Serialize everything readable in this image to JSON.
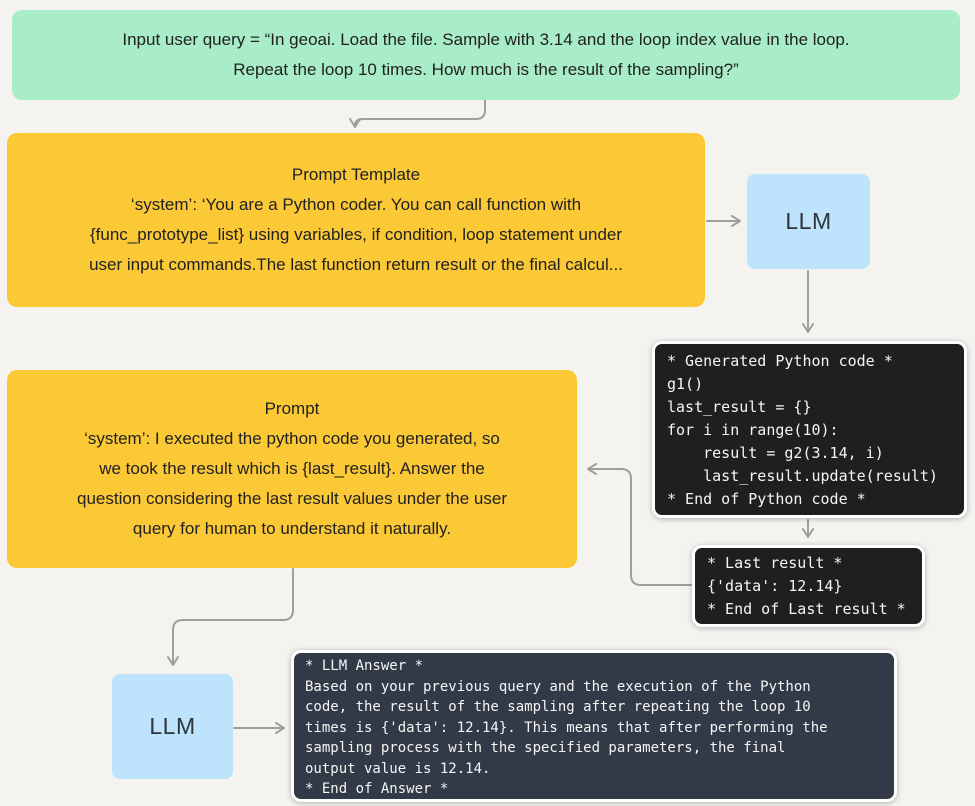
{
  "palette": {
    "background": "#f4f3f0",
    "note_green": "#a8edc7",
    "note_yellow": "#fcc936",
    "llm_blue": "#bee3fc",
    "code_block_bg": "#1f1f1f",
    "answer_block_bg": "#313a46",
    "block_border": "#ffffff",
    "arrow_gray": "#9e9e9e",
    "text_dark": "#212121",
    "code_text": "#f5f5f5"
  },
  "nodes": {
    "user_query": {
      "text": "Input user query = “In geoai. Load the file. Sample with 3.14 and the loop index value in the loop.\nRepeat the loop 10 times. How much is the result of the sampling?”"
    },
    "prompt_template": {
      "title": "Prompt Template",
      "body": "‘system’: ‘You are a Python coder. You can call function with\n{func_prototype_list} using variables, if condition, loop statement under\nuser input commands.The last function return result or the final calcul..."
    },
    "llm_top": {
      "label": "LLM"
    },
    "generated_code": {
      "text": "* Generated Python code *\ng1()\nlast_result = {}\nfor i in range(10):\n    result = g2(3.14, i)\n    last_result.update(result)\n* End of Python code *"
    },
    "prompt_followup": {
      "title": "Prompt",
      "body": "‘system’: I executed the python code you generated, so\nwe took the result which is {last_result}. Answer the\nquestion considering the last result values under the user\nquery for human to understand it naturally."
    },
    "last_result": {
      "text": "* Last result *\n{'data': 12.14}\n* End of Last result *"
    },
    "llm_bottom": {
      "label": "LLM"
    },
    "llm_answer": {
      "text": "* LLM Answer *\nBased on your previous query and the execution of the Python\ncode, the result of the sampling after repeating the loop 10\ntimes is {'data': 12.14}. This means that after performing the\nsampling process with the specified parameters, the final\noutput value is 12.14.\n* End of Answer *"
    }
  }
}
